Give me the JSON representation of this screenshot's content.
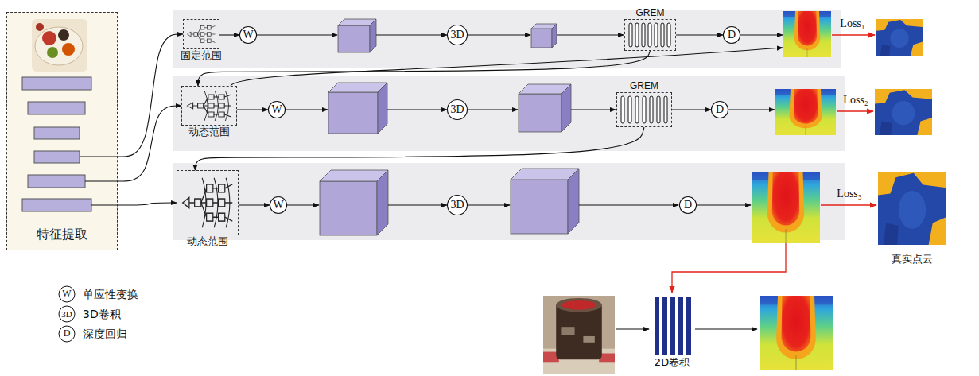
{
  "diagram": {
    "nodes": [
      {
        "text": [
          "特征提取"
        ]
      },
      {
        "text": [
          "固定范围"
        ]
      },
      {
        "text": [
          "W"
        ]
      },
      {
        "text": [
          "3D"
        ]
      },
      {
        "text": [
          "GREM"
        ]
      },
      {
        "text": [
          "D"
        ]
      },
      {
        "text": [
          "动态范围"
        ]
      },
      {
        "text": [
          "W"
        ]
      },
      {
        "text": [
          "3D"
        ]
      },
      {
        "text": [
          "GREM"
        ]
      },
      {
        "text": [
          "D"
        ]
      },
      {
        "text": [
          "动态范围"
        ]
      },
      {
        "text": [
          "W"
        ]
      },
      {
        "text": [
          "3D"
        ]
      },
      {
        "text": [
          "D"
        ]
      },
      {
        "text": [
          "2D卷积"
        ]
      }
    ],
    "edges": [
      {
        "from": 0,
        "to": 1,
        "arrow": "to"
      },
      {
        "from": 1,
        "to": 2,
        "arrow": "to"
      },
      {
        "from": 4,
        "to": 5,
        "arrow": "to"
      },
      {
        "from": 4,
        "to": 6,
        "arrow": "to"
      },
      {
        "from": 0,
        "to": 6,
        "arrow": "to"
      },
      {
        "from": 6,
        "to": 7,
        "arrow": "to"
      },
      {
        "from": 9,
        "to": 10,
        "arrow": "to"
      },
      {
        "from": 9,
        "to": 11,
        "arrow": "to"
      },
      {
        "from": 0,
        "to": 11,
        "arrow": "to"
      },
      {
        "from": 11,
        "to": 12,
        "arrow": "to"
      }
    ],
    "labels": [
      "Loss₁",
      "Loss₂",
      "Loss₃",
      "真实点云",
      "W",
      "3D",
      "D"
    ],
    "legend": [
      {
        "text": "单应性变换"
      },
      {
        "text": "3D卷积"
      },
      {
        "text": "深度回归"
      }
    ]
  }
}
